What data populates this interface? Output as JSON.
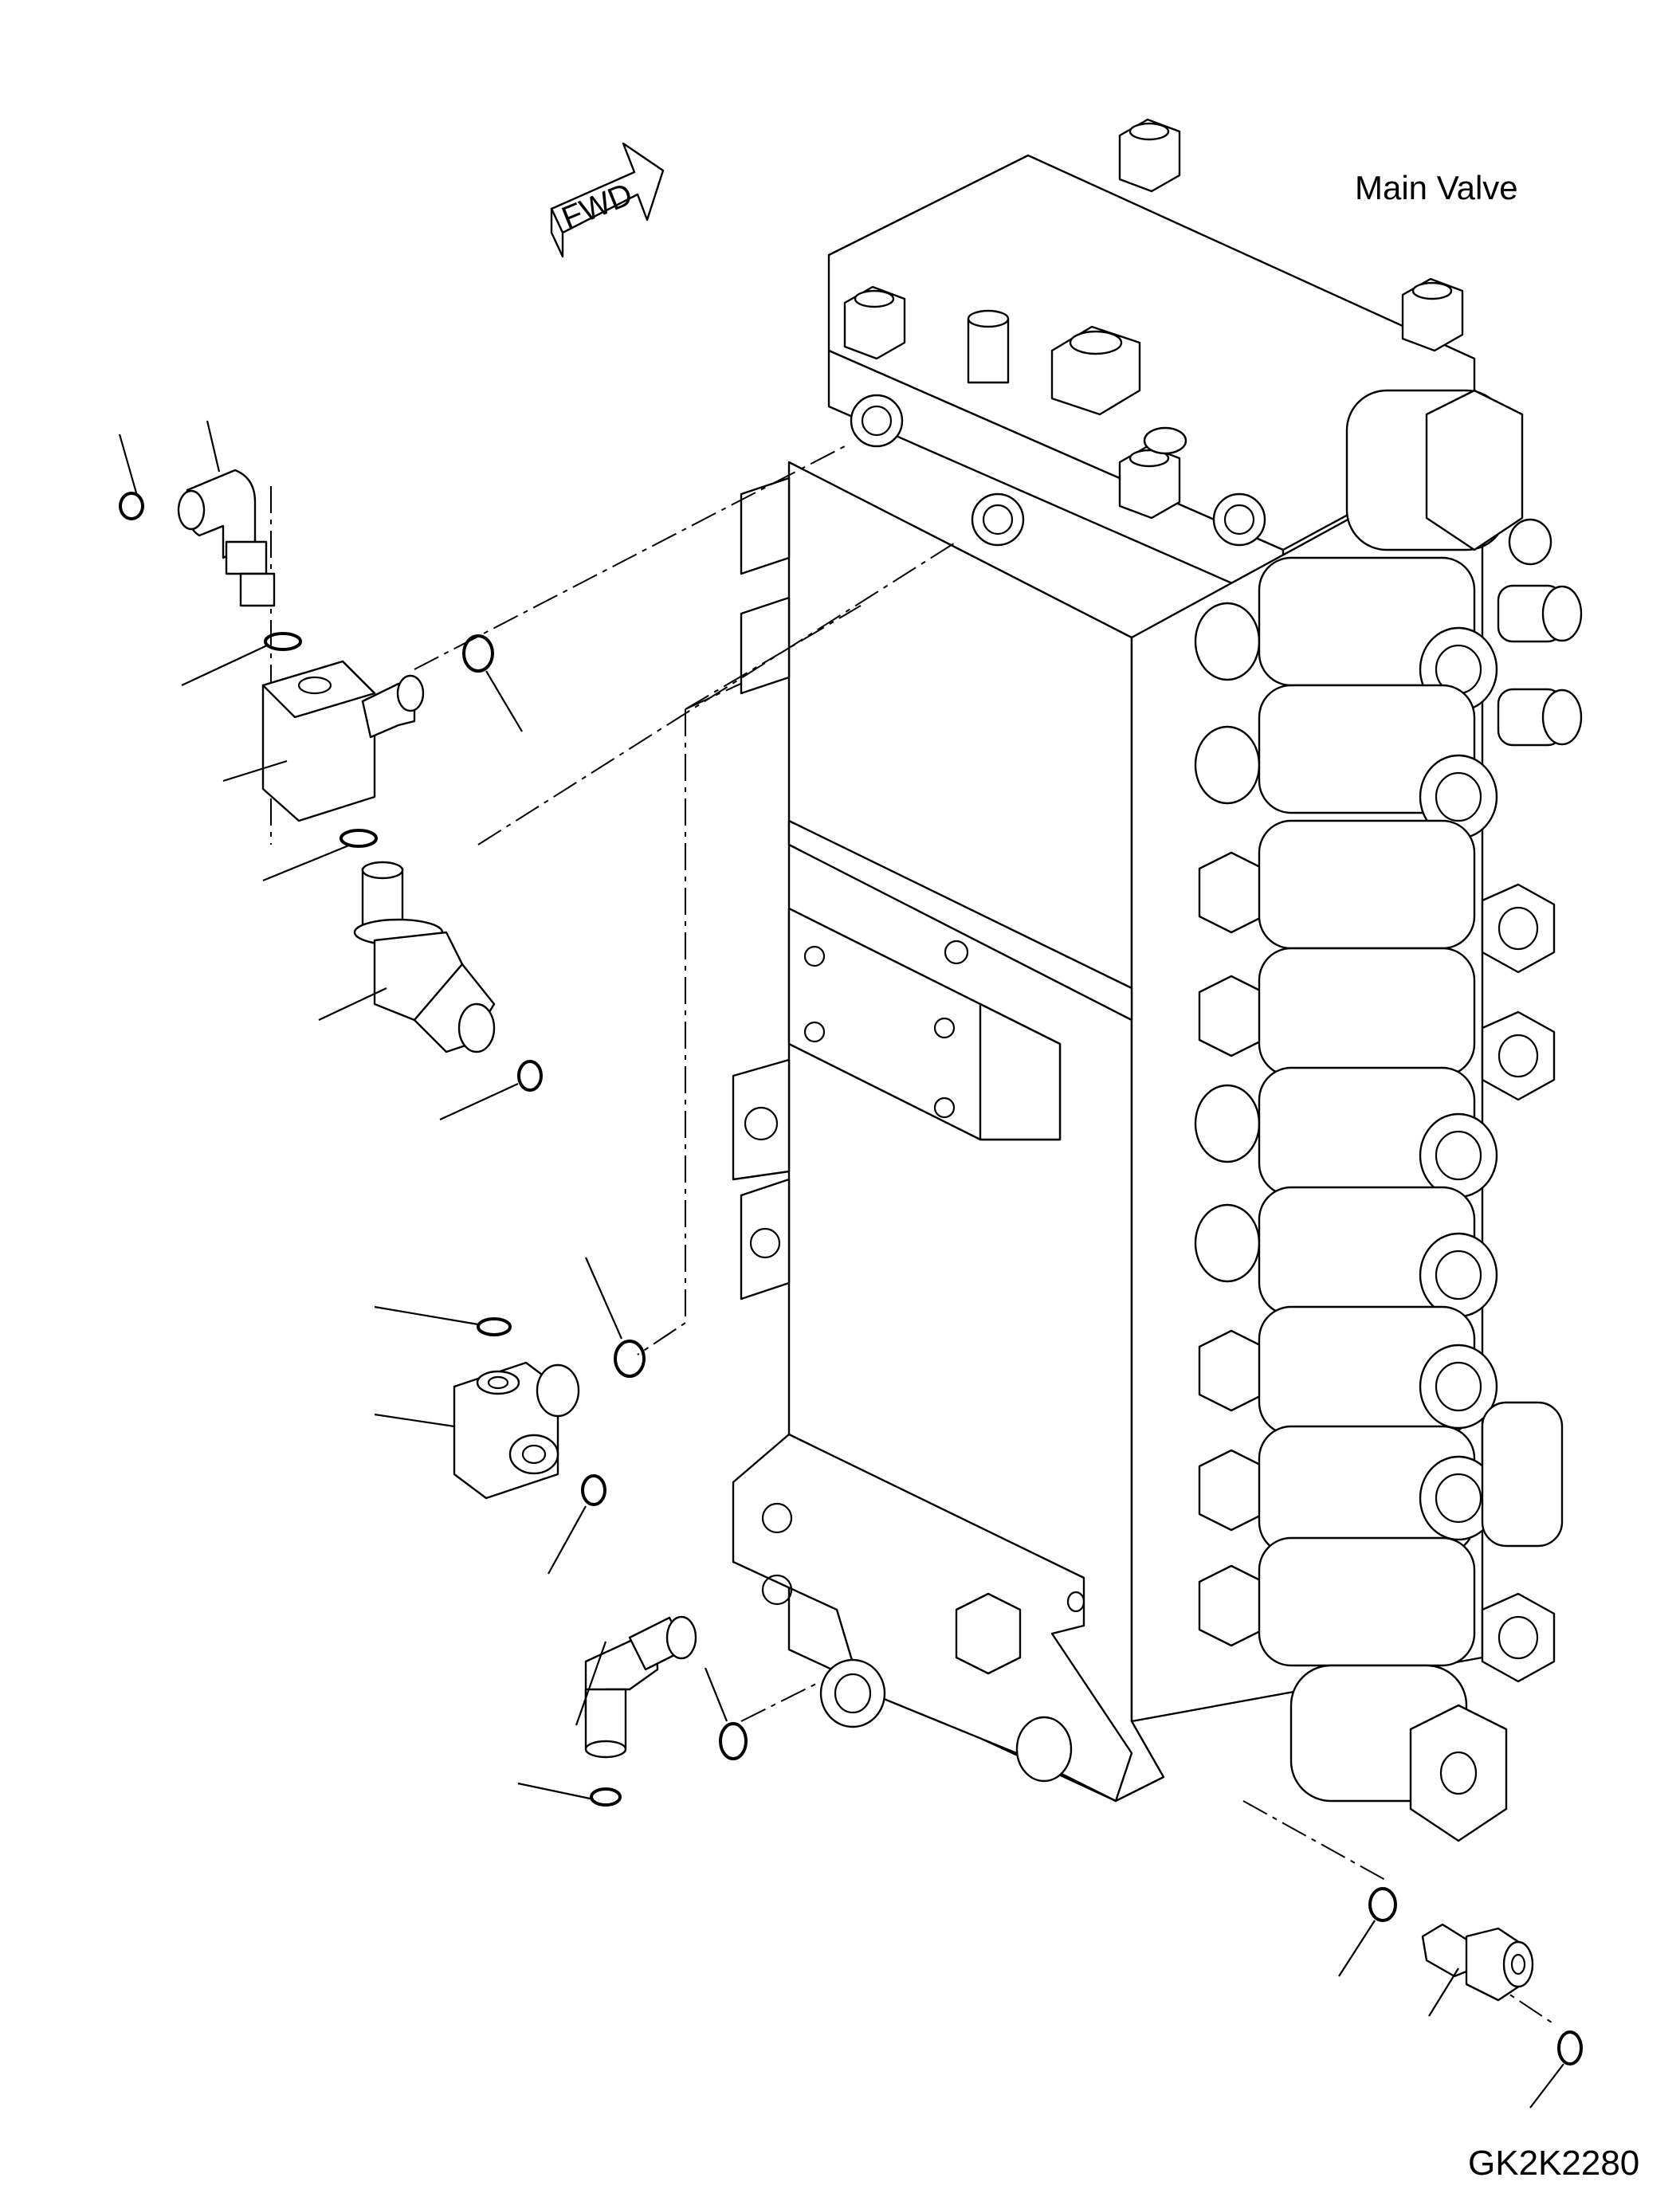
{
  "labels": {
    "main_valve": "Main Valve",
    "drawing_code": "GK2K2280",
    "fwd": "FWD"
  },
  "icons": {
    "direction_arrow": "fwd-arrow-icon"
  }
}
